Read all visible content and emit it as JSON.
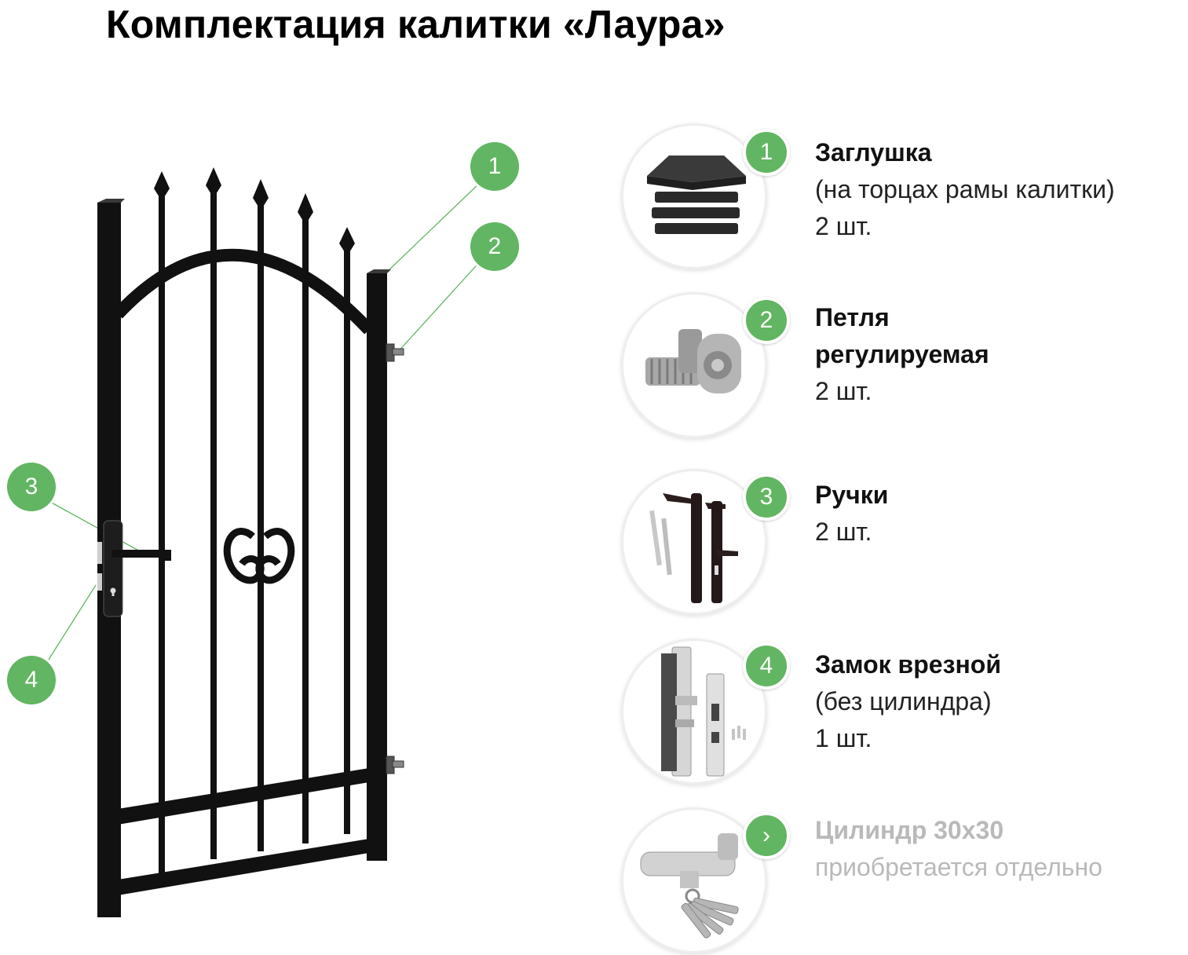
{
  "title": "Комплектация калитки «Лаура»",
  "colors": {
    "accent": "#62b562",
    "gate": "#111111",
    "muted_text": "#b9b9b9"
  },
  "markers": [
    "1",
    "2",
    "3",
    "4"
  ],
  "items": [
    {
      "badge": "1",
      "name": "Заглушка",
      "note": "(на торцах рамы калитки)",
      "qty": "2 шт.",
      "icon": "end-cap-icon"
    },
    {
      "badge": "2",
      "name_lines": [
        "Петля",
        "регулируемая"
      ],
      "qty": "2 шт.",
      "icon": "hinge-icon"
    },
    {
      "badge": "3",
      "name": "Ручки",
      "qty": "2 шт.",
      "icon": "handles-icon"
    },
    {
      "badge": "4",
      "name": "Замок врезной",
      "note": "(без цилиндра)",
      "qty": "1 шт.",
      "icon": "mortise-lock-icon"
    },
    {
      "badge": "›",
      "name": "Цилиндр 30х30",
      "note": "приобретается отдельно",
      "icon": "lock-cylinder-icon"
    }
  ]
}
